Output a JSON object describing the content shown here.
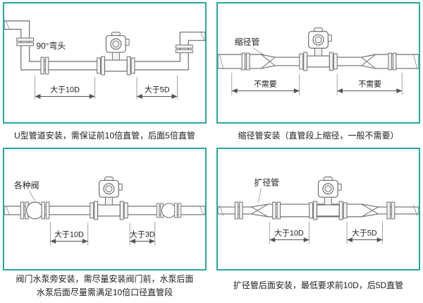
{
  "accent_color": "#2aa7a0",
  "panels": [
    {
      "name": "u-type-pipe-installation",
      "label": "90°弯头",
      "dim_left": "大于10D",
      "dim_right": "大于5D",
      "caption": "U型管道安装，需保证前10倍直管，后面5倍直管"
    },
    {
      "name": "reducer-pipe-installation",
      "label": "缩径管",
      "dim_left": "不需要",
      "dim_right": "不需要",
      "caption": "缩径管安装（直管段上缩径，一般不需要）"
    },
    {
      "name": "valve-pump-installation",
      "label": "各种阀",
      "dim_left": "大于10D",
      "dim_right": "大于3D",
      "caption1": "阀门水泵旁安装，需尽量安装阀门前，水泵后面",
      "caption2": "水泵后面尽量需满足10倍口径直管段"
    },
    {
      "name": "expander-pipe-installation",
      "label": "扩径管",
      "dim_left": "大于10D",
      "dim_right": "大于5D",
      "caption": "扩径管后面安装，最低要求前10D，后5D直管"
    }
  ]
}
